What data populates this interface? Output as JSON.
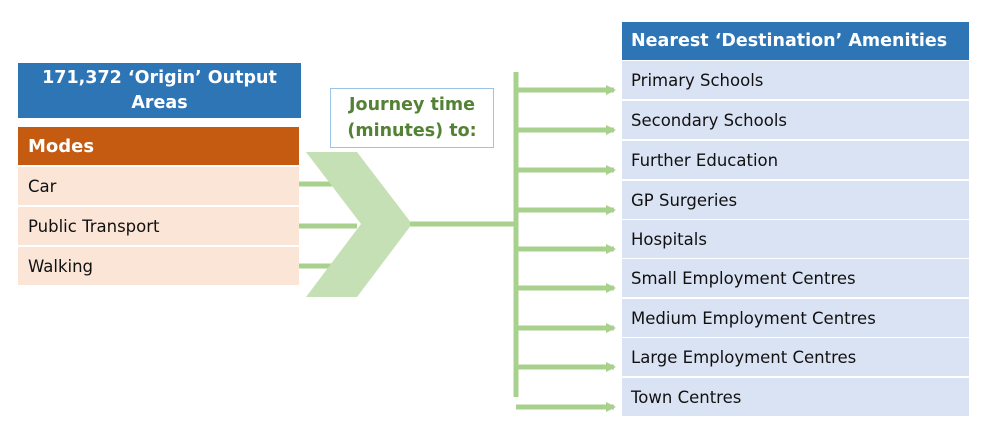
{
  "origin": {
    "label": "171,372 ‘Origin’ Output Areas"
  },
  "modes": {
    "title": "Modes",
    "items": [
      "Car",
      "Public Transport",
      "Walking"
    ]
  },
  "journey": {
    "label": "Journey time (minutes) to:"
  },
  "destinations": {
    "title": "Nearest ‘Destination’ Amenities",
    "items": [
      "Primary Schools",
      "Secondary Schools",
      "Further Education",
      "GP Surgeries",
      "Hospitals",
      "Small Employment Centres",
      "Medium Employment Centres",
      "Large Employment Centres",
      "Town Centres"
    ]
  },
  "colors": {
    "blue_header": "#2e75b6",
    "orange_header": "#c55a11",
    "mode_fill": "#fbe5d6",
    "destination_fill": "#dae3f3",
    "green_connector": "#a9d18e",
    "chevron_fill": "#c5e0b4",
    "journey_text": "#548235"
  }
}
